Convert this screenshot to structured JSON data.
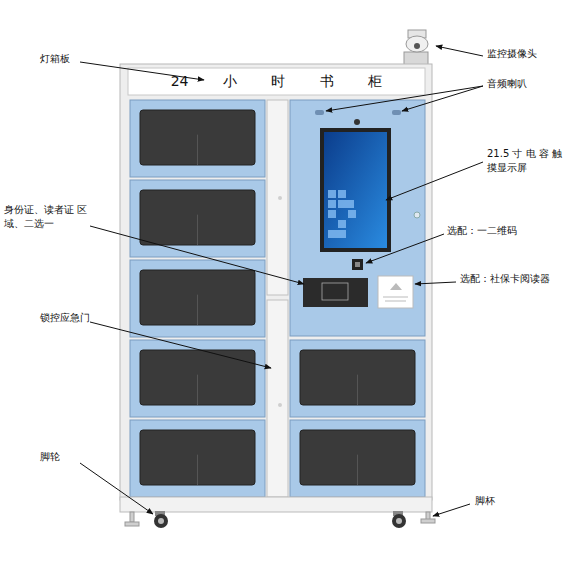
{
  "diagram": {
    "nodes": [
      {
        "text": [
          "24 小 时 书 柜"
        ]
      }
    ],
    "labels": [
      "灯箱板",
      "监控摄像头",
      "音频喇叭",
      "21.5 寸 电 容 触 摸显示屏",
      "身份证、读者证 区域、二选一",
      "选配：一二维码",
      "选配：社保卡阅读器",
      "锁控应急门",
      "脚轮",
      "脚杯"
    ]
  }
}
